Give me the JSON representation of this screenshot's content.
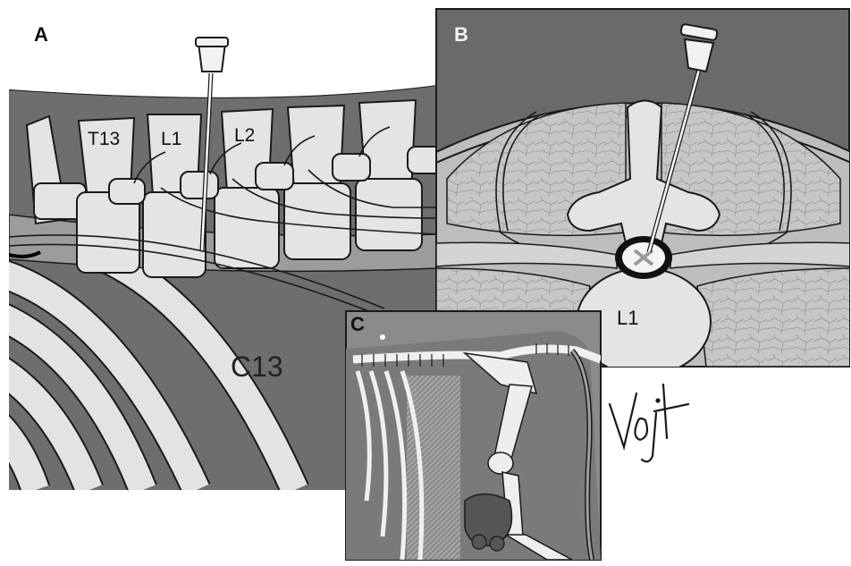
{
  "panels": {
    "a": {
      "label": "A"
    },
    "b": {
      "label": "B"
    },
    "c": {
      "label": "C"
    }
  },
  "labels": {
    "t13": "T13",
    "l1": "L1",
    "l2": "L2",
    "c13": "C13",
    "l1_cross_section": "L1"
  },
  "signature": "Vojt",
  "colors": {
    "background_dark": "#6b6b6b",
    "bone": "#e4e4e4",
    "muscle_light": "#c9c9c9",
    "outline": "#1a1a1a"
  }
}
